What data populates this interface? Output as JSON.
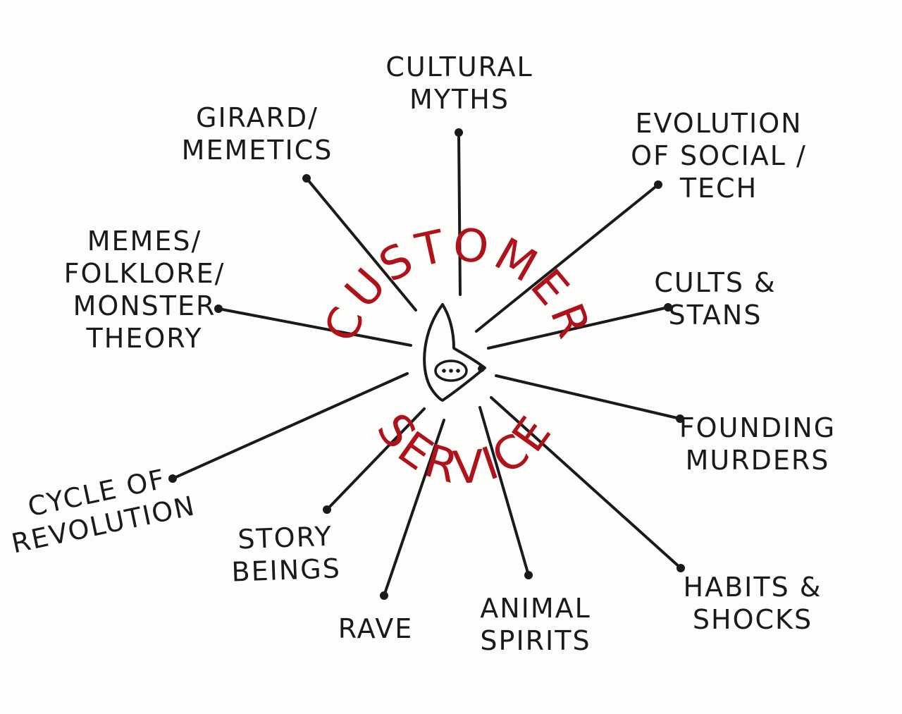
{
  "colors": {
    "ink": "#1a1a1a",
    "accent": "#b0121b",
    "paper": "#fdfdfc"
  },
  "center": {
    "icon": "speech-bubble-figure-icon",
    "ring_top": "CUSTOMER",
    "ring_bottom": "SERVICE"
  },
  "nodes": [
    {
      "id": "cultural-myths",
      "lines": [
        "CULTURAL",
        "MYTHS"
      ]
    },
    {
      "id": "evolution-social-tech",
      "lines": [
        "EVOLUTION",
        "OF SOCIAL /",
        "TECH"
      ]
    },
    {
      "id": "cults-stans",
      "lines": [
        "CULTS &",
        "STANS"
      ]
    },
    {
      "id": "founding-murders",
      "lines": [
        "FOUNDING",
        "MURDERS"
      ]
    },
    {
      "id": "habits-shocks",
      "lines": [
        "HABITS &",
        "SHOCKS"
      ]
    },
    {
      "id": "animal-spirits",
      "lines": [
        "ANIMAL",
        "SPIRITS"
      ]
    },
    {
      "id": "rave",
      "lines": [
        "RAVE"
      ]
    },
    {
      "id": "story-beings",
      "lines": [
        "STORY",
        "BEINGS"
      ]
    },
    {
      "id": "cycle-of-revolution",
      "lines": [
        "CYCLE OF",
        "REVOLUTION"
      ]
    },
    {
      "id": "memes-folklore-monster-theory",
      "lines": [
        "MEMES/",
        "FOLKLORE/",
        "MONSTER",
        "THEORY"
      ]
    },
    {
      "id": "girard-memetics",
      "lines": [
        "GIRARD/",
        "MEMETICS"
      ]
    }
  ]
}
